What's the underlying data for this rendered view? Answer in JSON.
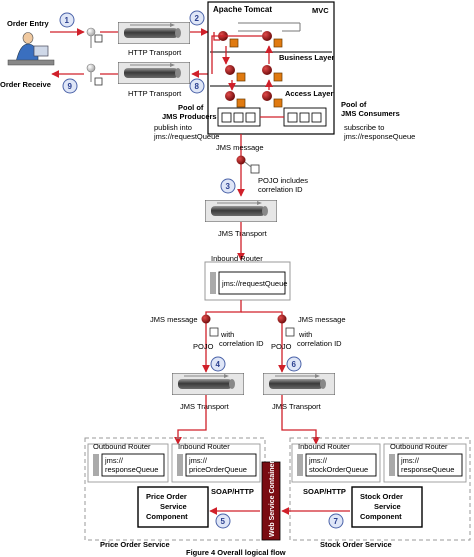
{
  "top": {
    "order_entry": "Order Entry",
    "order_receive": "Order Receive",
    "http_transport_1": "HTTP Transport",
    "http_transport_2": "HTTP Transport",
    "tomcat_title": "Apache Tomcat",
    "mvc": "MVC",
    "business_layer": "Business Layer",
    "access_layer": "Access Layer",
    "pool_producers_1": "Pool of",
    "pool_producers_2": "JMS Producers",
    "pool_consumers_1": "Pool of",
    "pool_consumers_2": "JMS Consumers",
    "publish_1": "publish into",
    "publish_2": "jms://requestQueue",
    "subscribe_1": "subscribe to",
    "subscribe_2": "jms://responseQueue"
  },
  "middle": {
    "jms_message": "JMS message",
    "pojo_1": "POJO includes",
    "pojo_2": "correlation ID",
    "jms_transport": "JMS Transport",
    "inbound_router": "Inbound Router",
    "request_queue": "jms://requestQueue",
    "jms_message_left": "JMS message",
    "jms_message_right": "JMS message",
    "pojo_left_a": "POJO",
    "pojo_left_b": "with",
    "pojo_left_c": "correlation ID",
    "pojo_right_a": "POJO",
    "pojo_right_b": "with",
    "pojo_right_c": "correlation ID",
    "jms_transport_left": "JMS Transport",
    "jms_transport_right": "JMS Transport"
  },
  "bottom": {
    "outbound_router_left": "Outbound Router",
    "inbound_router_left": "Inbound Router",
    "response_queue_left_1": "jms://",
    "response_queue_left_2": "responseQueue",
    "price_queue_1": "jms://",
    "price_queue_2": "priceOrderQueue",
    "inbound_router_right": "Inbound Router",
    "outbound_router_right": "Outbound Router",
    "stock_queue_1": "jms://",
    "stock_queue_2": "stockOrderQueue",
    "response_queue_right_1": "jms://",
    "response_queue_right_2": "responseQueue",
    "price_component_1": "Price Order",
    "price_component_2": "Service",
    "price_component_3": "Component",
    "stock_component_1": "Stock Order",
    "stock_component_2": "Service",
    "stock_component_3": "Component",
    "soap_left": "SOAP/HTTP",
    "soap_right": "SOAP/HTTP",
    "web_service_container": "Web Service Container",
    "price_service": "Price Order Service",
    "stock_service": "Stock Order Service"
  },
  "steps": [
    "1",
    "2",
    "3",
    "4",
    "5",
    "6",
    "7",
    "8",
    "9"
  ],
  "caption": "Figure 4 Overall logical flow",
  "colors": {
    "flow": "#d0202a",
    "accent": "#e07a10",
    "dark_red": "#7a0c12",
    "step_circle": "#dfe6f7",
    "transport_bar": "#5a5a5a"
  }
}
